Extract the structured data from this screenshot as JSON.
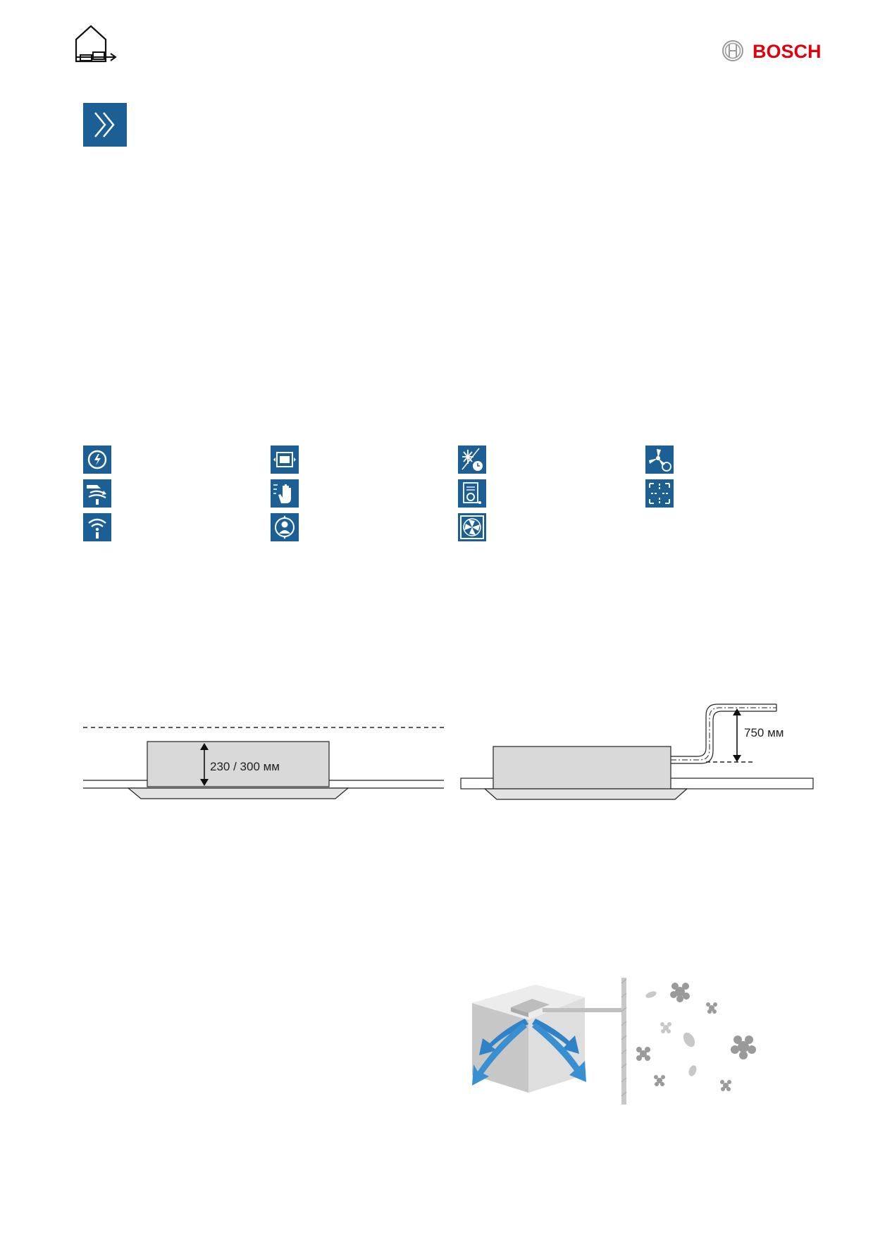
{
  "header": {
    "category_icon": "house-with-indoor-unit-icon",
    "brand": {
      "name": "BOSCH",
      "logo_icon": "bosch-armature-icon",
      "color": "#e1000f"
    }
  },
  "section_marker": {
    "icon": "double-chevron-right-icon",
    "color": "#1c5f95"
  },
  "features": {
    "icon_color": "#1c5f95",
    "icons": [
      "energy-cycle-icon",
      "display-panel-icon",
      "freeze-timer-icon",
      "fan-speed-icon",
      "air-swing-icon",
      "touch-hand-icon",
      "filter-settings-icon",
      "four-way-airflow-icon",
      "wifi-remote-icon",
      "user-profile-icon",
      "fan-box-icon"
    ]
  },
  "diagrams": {
    "height_label": "230 / 300 мм",
    "pump_label": "750 мм"
  },
  "illustration": {
    "description_icon": "cassette-airflow-room-icon"
  }
}
